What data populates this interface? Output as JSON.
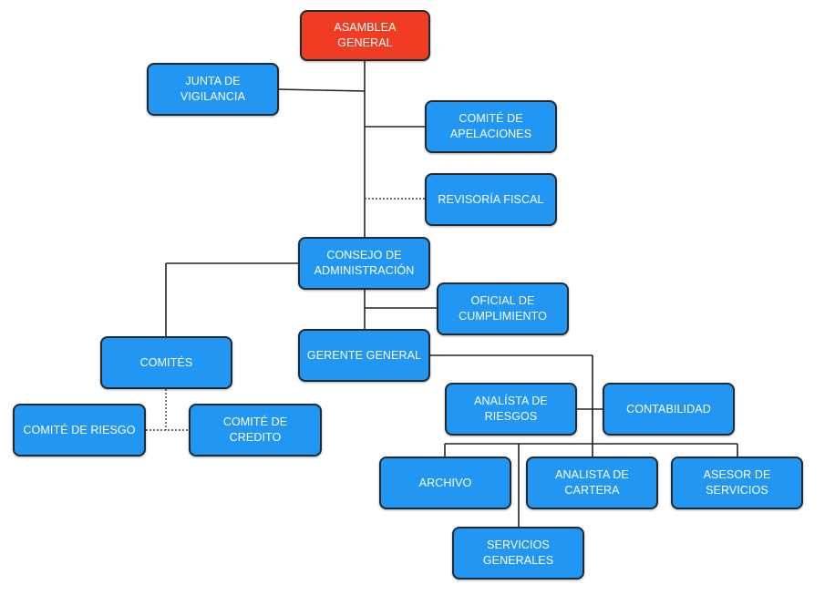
{
  "colors": {
    "node": "#2196f3",
    "root": "#f03c22",
    "border": "#1f2a33",
    "line": "#222222",
    "text": "#ffffff"
  },
  "nodes": {
    "asamblea_general": "ASAMBLEA GENERAL",
    "junta_de_vigilancia": "JUNTA DE VIGILANCIA",
    "comite_de_apelaciones": "COMITÉ DE APELACIONES",
    "revisoria_fiscal": "REVISORÍA FISCAL",
    "consejo_de_administracion": "CONSEJO DE ADMINISTRACIÓN",
    "oficial_de_cumplimiento": "OFICIAL DE CUMPLIMIENTO",
    "comites": "COMITÉS",
    "gerente_general": "GERENTE GENERAL",
    "comite_de_riesgo": "COMITÉ DE RIESGO",
    "comite_de_credito": "COMITÉ DE CREDITO",
    "analista_de_riesgos": "ANALÍSTA DE RIESGOS",
    "contabilidad": "CONTABILIDAD",
    "archivo": "ARCHIVO",
    "analista_de_cartera": "ANALISTA DE CARTERA",
    "asesor_de_servicios": "ASESOR DE SERVICIOS",
    "servicios_generales": "SERVICIOS GENERALES"
  }
}
